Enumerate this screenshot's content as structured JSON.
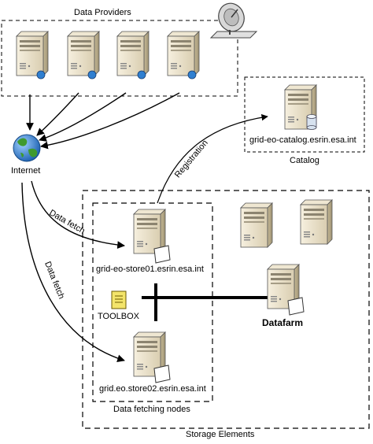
{
  "groups": {
    "data_providers": "Data Providers",
    "catalog": "Catalog",
    "data_fetching_nodes": "Data fetching nodes",
    "storage_elements": "Storage Elements"
  },
  "nodes": {
    "internet": "Internet",
    "catalog_server": "grid-eo-catalog.esrin.esa.int",
    "store01": "grid-eo-store01.esrin.esa.int",
    "store02": "grid.eo.store02.esrin.esa.int",
    "toolbox": "TOOLBOX",
    "datafarm": "Datafarm"
  },
  "edges": {
    "registration": "Registration",
    "data_fetch_1": "Data fetch",
    "data_fetch_2": "Data fetch"
  },
  "colors": {
    "server_body": "#e8dfc8",
    "server_shade": "#b7ab8c",
    "globe": "#2f7fd0",
    "land": "#3f9a2f",
    "toolbox": "#f3e46a"
  }
}
